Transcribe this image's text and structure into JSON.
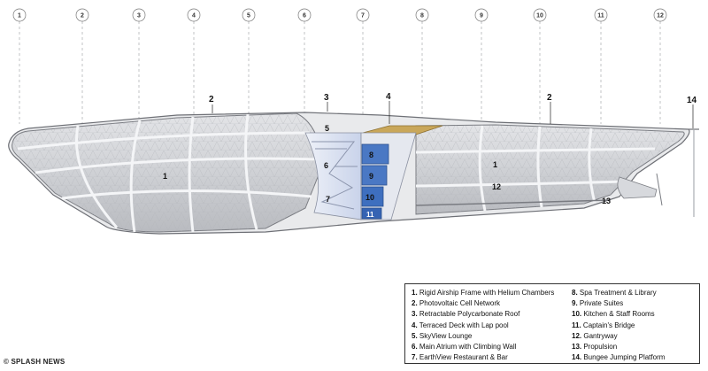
{
  "columns": [
    "1",
    "2",
    "3",
    "4",
    "5",
    "6",
    "7",
    "8",
    "9",
    "10",
    "11",
    "12"
  ],
  "callouts": {
    "c2_left": "2",
    "c3": "3",
    "c4": "4",
    "c2_right": "2",
    "c14": "14",
    "c1_left": "1",
    "c1_right": "1",
    "c5": "5",
    "c6": "6",
    "c7": "7",
    "c12": "12",
    "c13": "13"
  },
  "rooms": [
    "8",
    "9",
    "10",
    "11"
  ],
  "legend": {
    "left": [
      {
        "num": "1.",
        "text": "Rigid Airship Frame with Helium Chambers"
      },
      {
        "num": "2.",
        "text": "Photovoltaic Cell Network"
      },
      {
        "num": "3.",
        "text": "Retractable Polycarbonate Roof"
      },
      {
        "num": "4.",
        "text": "Terraced Deck with Lap pool"
      },
      {
        "num": "5.",
        "text": "SkyView Lounge"
      },
      {
        "num": "6.",
        "text": "Main Atrium with Climbing Wall"
      },
      {
        "num": "7.",
        "text": "EarthView Restaurant & Bar"
      }
    ],
    "right": [
      {
        "num": "8.",
        "text": "Spa Treatment & Library"
      },
      {
        "num": "9.",
        "text": "Private Suites"
      },
      {
        "num": "10.",
        "text": "Kitchen & Staff Rooms"
      },
      {
        "num": "11.",
        "text": "Captain's Bridge"
      },
      {
        "num": "12.",
        "text": "Gantryway"
      },
      {
        "num": "13.",
        "text": "Propulsion"
      },
      {
        "num": "14.",
        "text": "Bungee Jumping Platform"
      }
    ]
  },
  "credit": "© SPLASH NEWS",
  "colors": {
    "hull": "#c9cbd0",
    "frame": "#f2f3f5",
    "atrium": "#dde3f0",
    "room_blue": "#3e6fbf",
    "room_blue_light": "#5b86cc",
    "deck": "#c9a75a"
  }
}
